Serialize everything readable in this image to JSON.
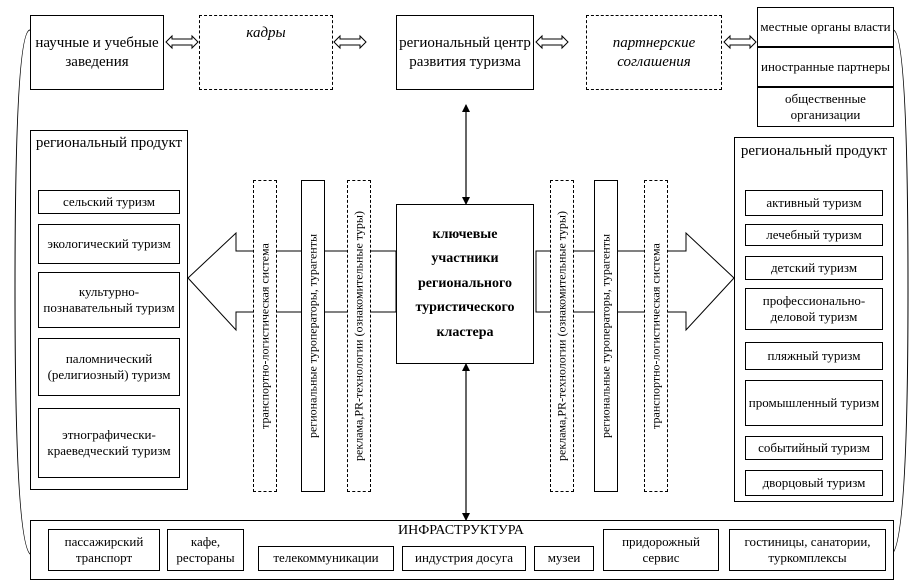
{
  "top": {
    "institutions": "научные и учебные заведения",
    "personnel": "кадры",
    "center": "региональный центр развития туризма",
    "agreements": "партнерские соглашения",
    "partners": [
      "местные органы власти",
      "иностранные партнеры",
      "общественные организации"
    ]
  },
  "core": "ключевые участники регионального туристического кластера",
  "left_product": {
    "title": "региональный продукт",
    "items": [
      "сельский туризм",
      "экологический туризм",
      "культурно-познавательный туризм",
      "паломнический (религиозный) туризм",
      "этнографически-краеведческий туризм"
    ]
  },
  "right_product": {
    "title": "региональный продукт",
    "items": [
      "активный туризм",
      "лечебный туризм",
      "детский туризм",
      "профессионально-деловой туризм",
      "пляжный туризм",
      "промышленный туризм",
      "событийный туризм",
      "дворцовый туризм"
    ]
  },
  "vertical": {
    "transport": "транспортно-логистическая система",
    "touroperators": "региональные туроператоры, турагенты",
    "pr": "реклама,PR-технологии (ознакомительные туры)"
  },
  "infrastructure": {
    "title": "ИНФРАСТРУКТУРА",
    "items": [
      "пассажирский транспорт",
      "кафе, рестораны",
      "телекоммуникации",
      "индустрия досуга",
      "музеи",
      "придорожный сервис",
      "гостиницы, санатории, туркомплексы"
    ]
  }
}
